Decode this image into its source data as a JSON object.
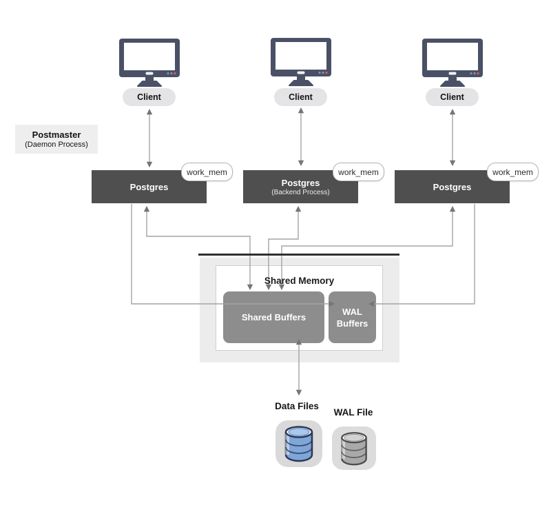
{
  "clients": [
    {
      "label": "Client"
    },
    {
      "label": "Client"
    },
    {
      "label": "Client"
    }
  ],
  "postmaster": {
    "title": "Postmaster",
    "subtitle": "(Daemon Process)"
  },
  "postgres": [
    {
      "label": "Postgres",
      "sublabel": ""
    },
    {
      "label": "Postgres",
      "sublabel": "(Backend Process)"
    },
    {
      "label": "Postgres",
      "sublabel": ""
    }
  ],
  "badges": [
    {
      "label": "work_mem"
    },
    {
      "label": "work_mem"
    },
    {
      "label": "work_mem"
    }
  ],
  "shared_memory": {
    "title": "Shared Memory",
    "shared_buffers_label": "Shared Buffers",
    "wal_buffers_label": "WAL Buffers"
  },
  "storage": {
    "data_files_label": "Data Files",
    "wal_file_label": "WAL File"
  },
  "colors": {
    "postgres_box": "#4f4f4f",
    "buffer_box": "#8d8d8d",
    "monitor_frame": "#4a5166",
    "monitor_dot_red": "#e25c5c",
    "client_pill": "#e4e4e6",
    "postmaster_bg": "#eeeeee",
    "shared_memory_outer": "#ececec",
    "thick_divider": "#2f2f2f",
    "arrow_line": "#a4a4a4",
    "arrow_head": "#757575",
    "db_blue": "#7ea6d8",
    "db_gray": "#a9a9a9"
  }
}
